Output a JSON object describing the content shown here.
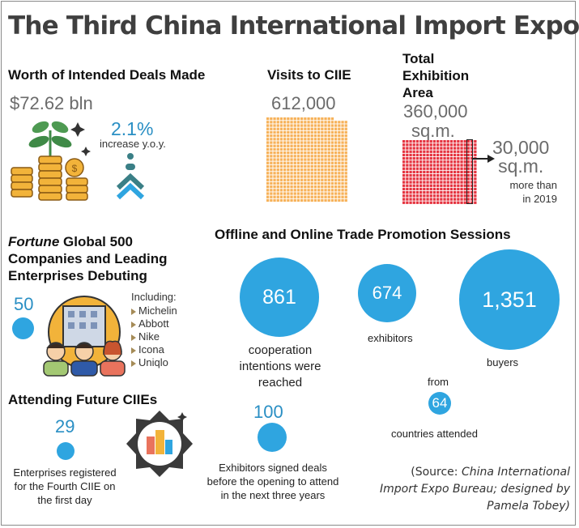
{
  "title": "The Third China International Import Expo",
  "deals": {
    "heading": "Worth of Intended Deals Made",
    "value": "$72.62 bln",
    "pct": "2.1%",
    "pct_label": "increase y.o.y."
  },
  "visits": {
    "heading": "Visits to CIIE",
    "value": "612,000"
  },
  "area": {
    "heading_l1": "Total",
    "heading_l2": "Exhibition",
    "heading_l3": "Area",
    "value": "360,000",
    "unit": "sq.m.",
    "more_value": "30,000",
    "more_unit": "sq.m.",
    "more_l1": "more than",
    "more_l2": "in 2019"
  },
  "fortune": {
    "heading_italic": "Fortune",
    "heading_l1_rest": " Global 500",
    "heading_l2": "Companies and Leading",
    "heading_l3": "Enterprises Debuting",
    "count": "50",
    "including": "Including:",
    "brands": [
      "Michelin",
      "Abbott",
      "Nike",
      "Icona",
      "Uniqlo"
    ]
  },
  "sessions": {
    "heading": "Offline and Online Trade Promotion Sessions",
    "cooperation_value": "861",
    "cooperation_l1": "cooperation",
    "cooperation_l2": "intentions were",
    "cooperation_l3": "reached",
    "exhibitors_value": "674",
    "exhibitors_label": "exhibitors",
    "buyers_value": "1,351",
    "buyers_label": "buyers",
    "from_label": "from",
    "countries_value": "64",
    "countries_label": "countries attended"
  },
  "future": {
    "heading": "Attending Future CIIEs",
    "registered_value": "29",
    "registered_l1": "Enterprises registered",
    "registered_l2": "for the Fourth CIIE on",
    "registered_l3": "the first day",
    "signed_value": "100",
    "signed_l1": "Exhibitors signed deals",
    "signed_l2": "before the opening to attend",
    "signed_l3": "in the next three years"
  },
  "source": {
    "l1_plain": "(Source: ",
    "l1_italic": "China International",
    "l2": "Import Expo Bureau; designed by",
    "l3": "Pamela Tobey)"
  },
  "colors": {
    "accent_blue": "#2fa5e0",
    "grid_orange": "#f7b25a",
    "grid_red": "#e53440",
    "coin_gold": "#f2b33a",
    "plant_green": "#3f8a47"
  }
}
